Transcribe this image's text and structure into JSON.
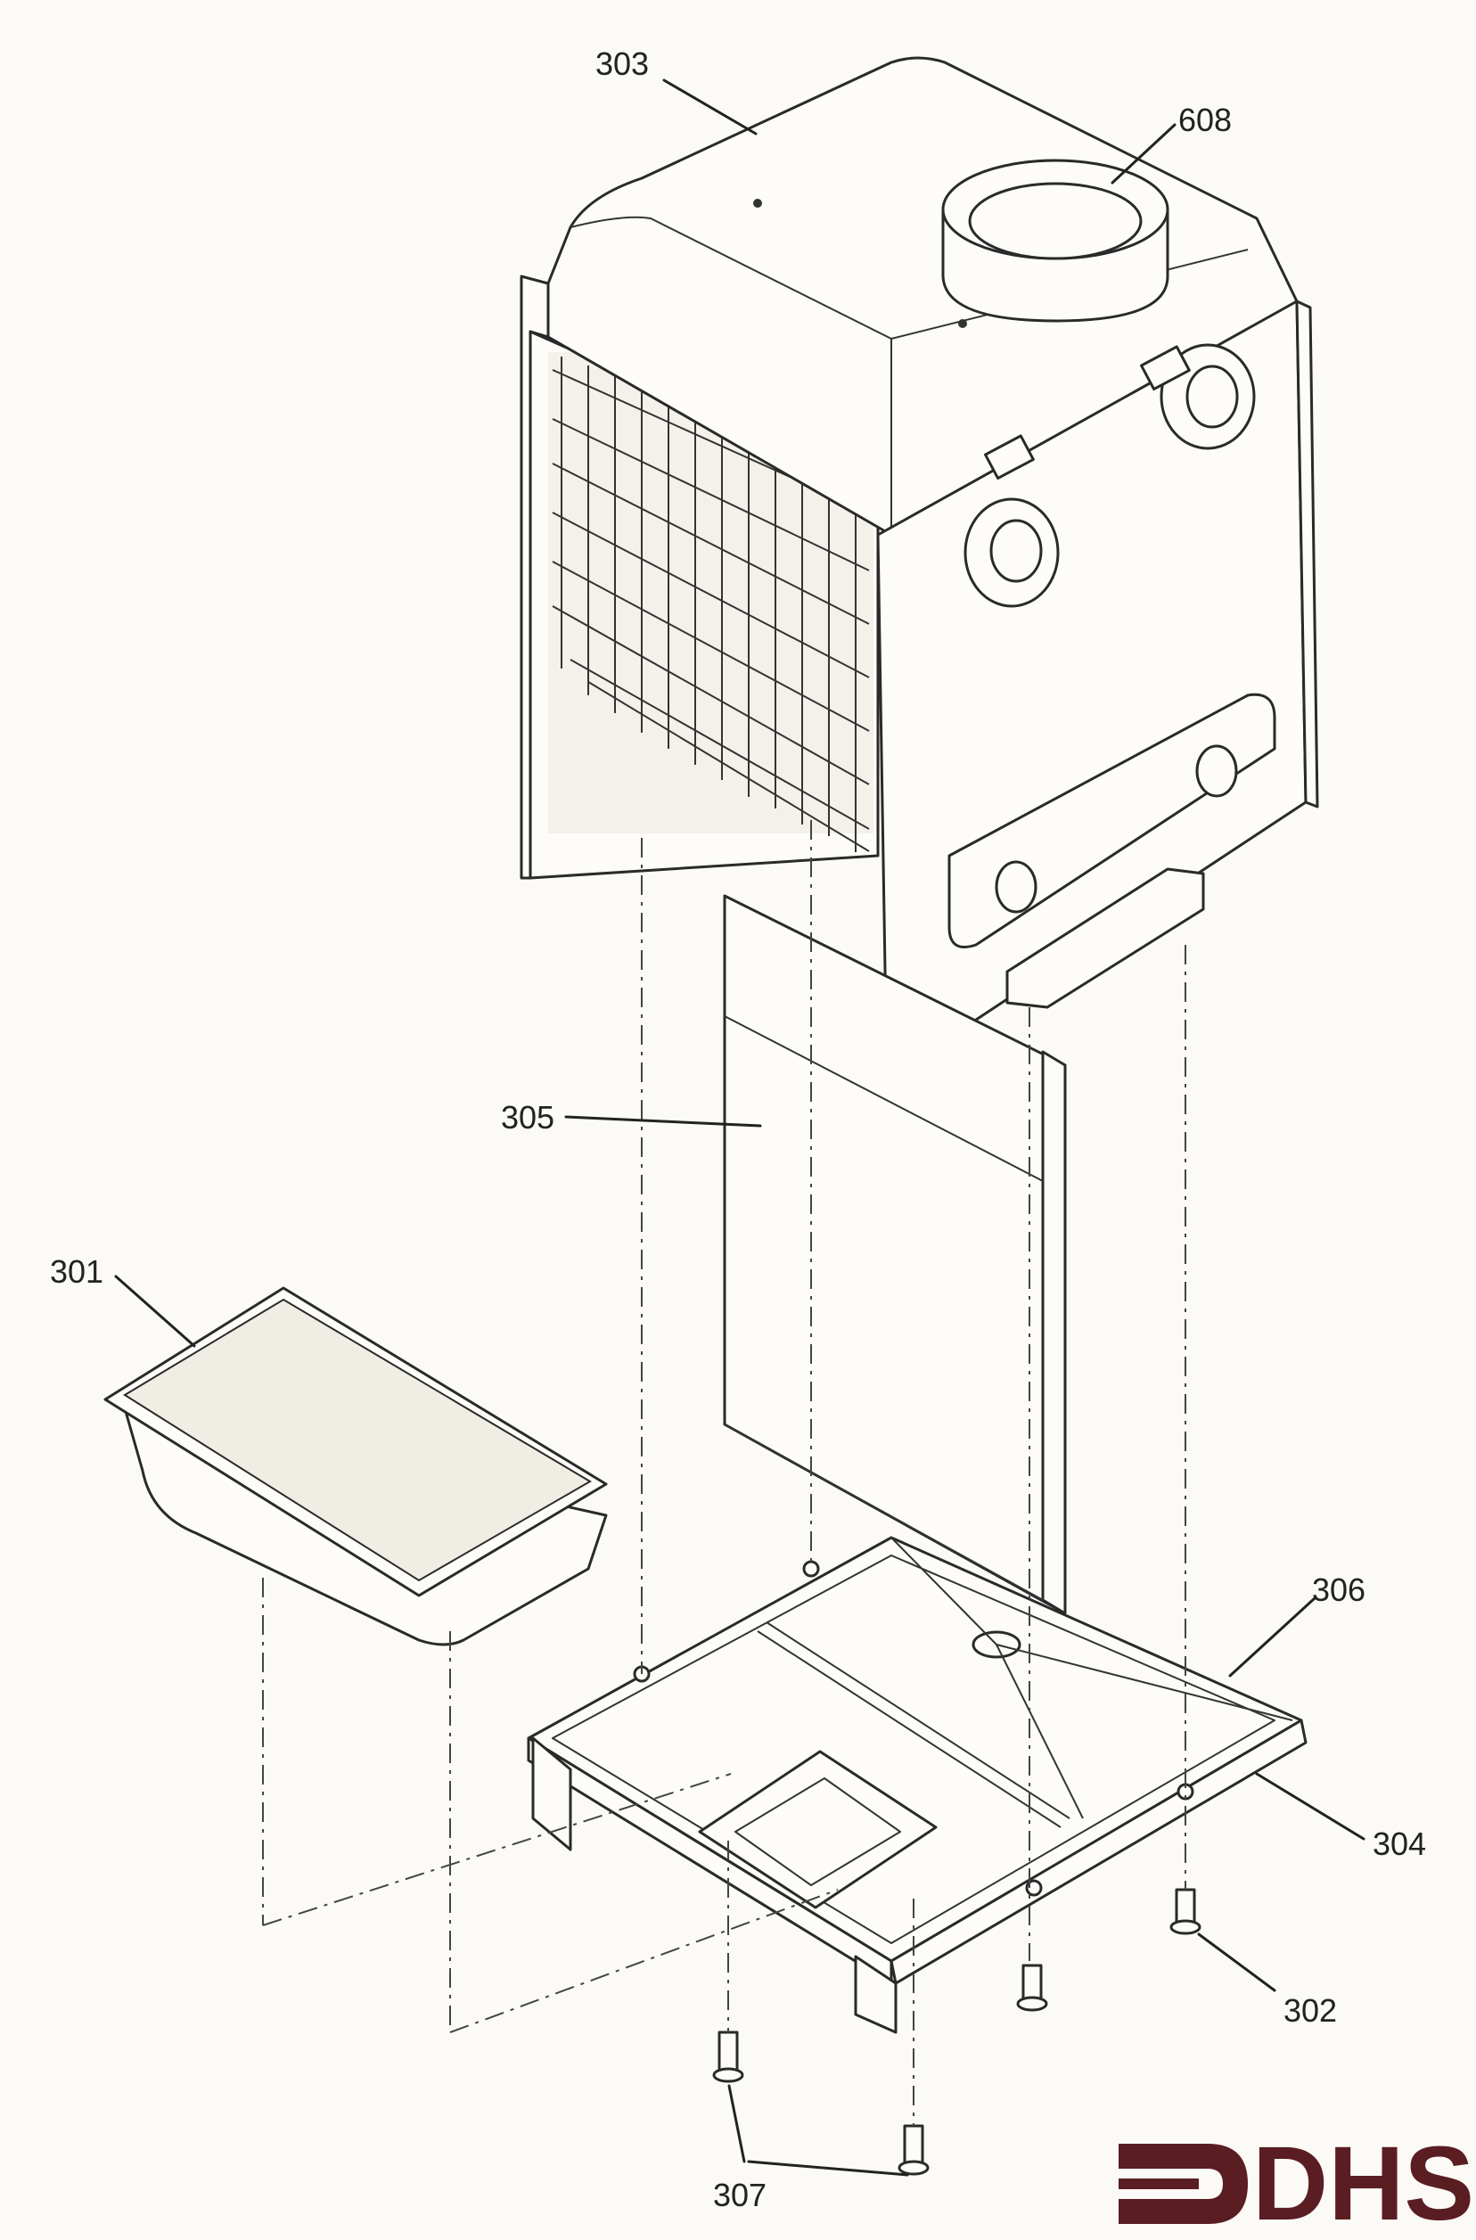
{
  "parts": {
    "p303": "303",
    "p608": "608",
    "p305": "305",
    "p301": "301",
    "p306": "306",
    "p304": "304",
    "p302": "302",
    "p307": "307"
  },
  "logo": {
    "text": "DHS",
    "color": "#5a1d22"
  }
}
